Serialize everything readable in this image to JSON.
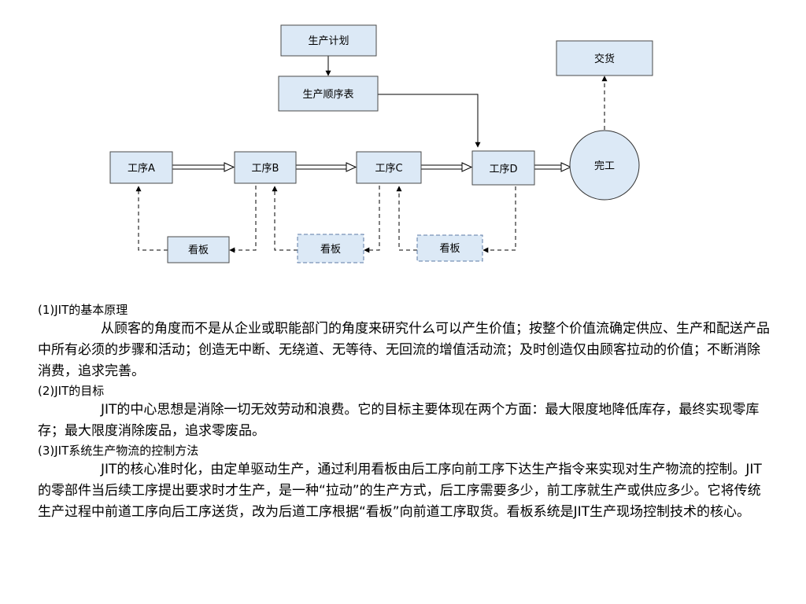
{
  "diagram": {
    "nodes": {
      "plan": "生产计划",
      "sequence": "生产顺序表",
      "deliver": "交货",
      "process_a": "工序A",
      "process_b": "工序B",
      "process_c": "工序C",
      "process_d": "工序D",
      "complete": "完工",
      "kanban_1": "看板",
      "kanban_2": "看板",
      "kanban_3": "看板"
    },
    "colors": {
      "box_fill": "#dce9f6",
      "box_stroke": "#4a4a4a",
      "dashed_stroke": "#5b7aa6",
      "line": "#000000"
    }
  },
  "sections": [
    {
      "heading": "(1)JIT的基本原理",
      "paragraph": "从顾客的角度而不是从企业或职能部门的角度来研究什么可以产生价值；按整个价值流确定供应、生产和配送产品中所有必须的步骤和活动；创造无中断、无绕道、无等待、无回流的增值活动流；及时创造仅由顾客拉动的价值；不断消除消费，追求完善。"
    },
    {
      "heading": "(2)JIT的目标",
      "paragraph": "JIT的中心思想是消除一切无效劳动和浪费。它的目标主要体现在两个方面：最大限度地降低库存，最终实现零库存；最大限度消除废品，追求零废品。"
    },
    {
      "heading": "(3)JIT系统生产物流的控制方法",
      "paragraph": "JIT的核心准时化，由定单驱动生产，通过利用看板由后工序向前工序下达生产指令来实现对生产物流的控制。JIT的零部件当后续工序提出要求时才生产，是一种“拉动”的生产方式，后工序需要多少，前工序就生产或供应多少。它将传统生产过程中前道工序向后工序送货，改为后道工序根据“看板”向前道工序取货。看板系统是JIT生产现场控制技术的核心。"
    }
  ]
}
